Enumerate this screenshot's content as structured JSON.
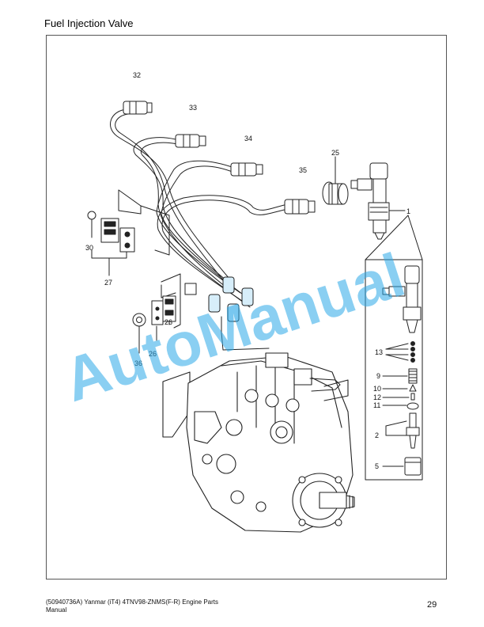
{
  "page": {
    "title": "Fuel Injection Valve",
    "page_number": "29"
  },
  "footer": {
    "text": "(50940736A) Yanmar (iT4) 4TNV98-ZNMS(F-R) Engine Parts Manual"
  },
  "watermark": {
    "text": "AutoManual",
    "color": "#29a8e8"
  },
  "callouts": {
    "c32": "32",
    "c33": "33",
    "c34": "34",
    "c35": "35",
    "c25": "25",
    "c1": "1",
    "c30": "30",
    "c27": "27",
    "c26a": "26",
    "c26b": "26",
    "c36": "36",
    "c13": "13",
    "c9": "9",
    "c10": "10",
    "c12": "12",
    "c11": "11",
    "c2": "2",
    "c5": "5"
  }
}
